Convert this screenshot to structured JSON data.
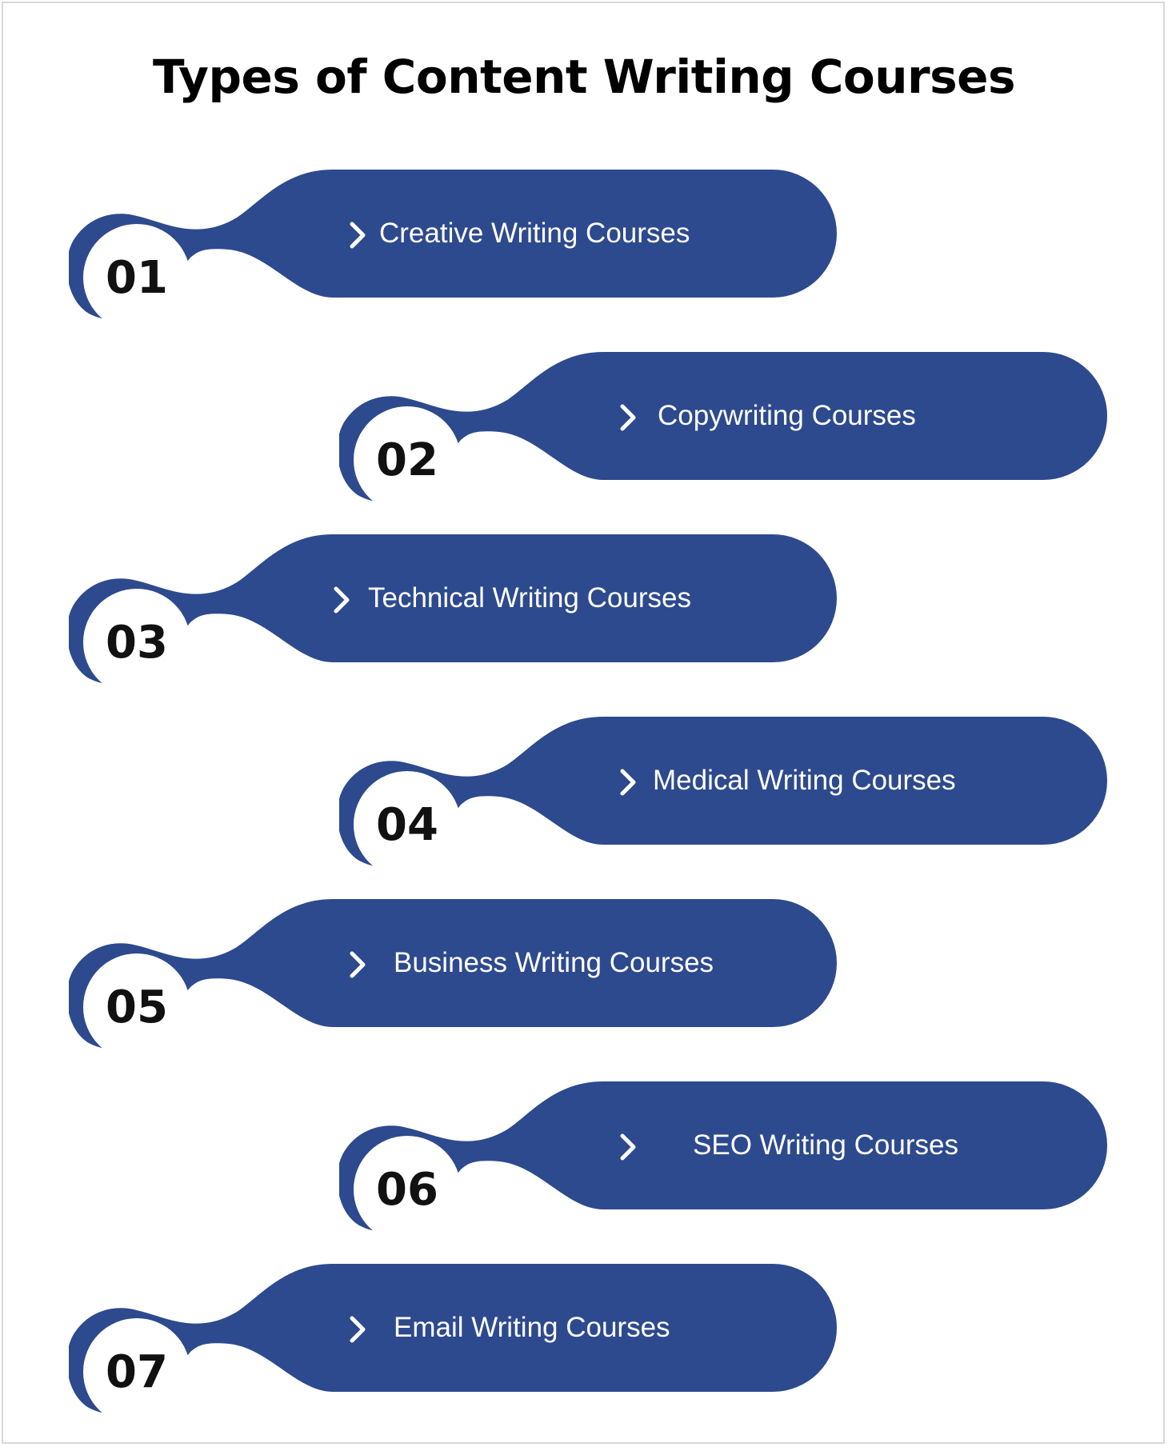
{
  "title": "Types of Content Writing Courses",
  "colors": {
    "accent": "#2e4a8e",
    "circle_fill": "#ffffff",
    "number_text": "#111111",
    "label_text": "#ffffff"
  },
  "items": [
    {
      "number": "01",
      "label": "Creative Writing Courses",
      "icon": "chevron-right-icon"
    },
    {
      "number": "02",
      "label": "Copywriting Courses",
      "icon": "chevron-right-icon"
    },
    {
      "number": "03",
      "label": "Technical Writing Courses",
      "icon": "chevron-right-icon"
    },
    {
      "number": "04",
      "label": "Medical Writing Courses",
      "icon": "chevron-right-icon"
    },
    {
      "number": "05",
      "label": "Business Writing Courses",
      "icon": "chevron-right-icon"
    },
    {
      "number": "06",
      "label": "SEO Writing Courses",
      "icon": "chevron-right-icon"
    },
    {
      "number": "07",
      "label": "Email Writing Courses",
      "icon": "chevron-right-icon"
    }
  ]
}
